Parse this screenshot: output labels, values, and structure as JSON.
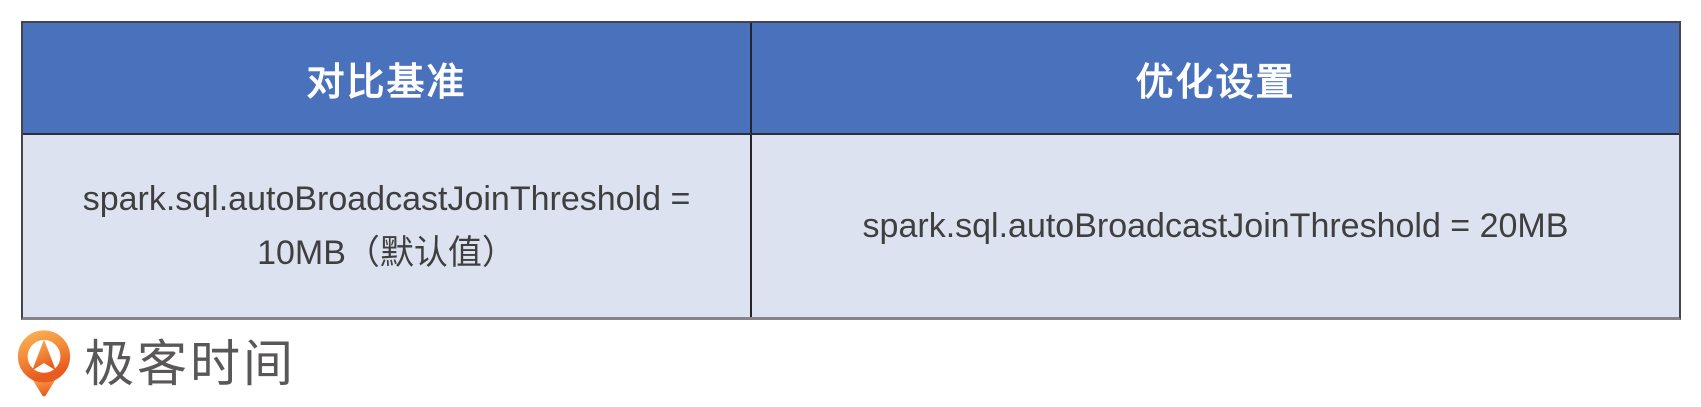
{
  "chart_data": {
    "type": "table",
    "title": "",
    "columns": [
      "对比基准",
      "优化设置"
    ],
    "rows": [
      [
        "spark.sql.autoBroadcastJoinThreshold = 10MB（默认值）",
        "spark.sql.autoBroadcastJoinThreshold = 20MB"
      ]
    ],
    "layout_hints": {
      "header_style": "blue fill, white bold centered text",
      "body_style": "light periwinkle fill, dark gray centered text",
      "left_column_width_ratio": 0.44
    }
  },
  "branding": {
    "logo_text": "极客时间"
  },
  "colors": {
    "header_bg": "#4A72BC",
    "header_text": "#FFFFFF",
    "body_bg": "#DDE2F1",
    "body_text": "#3F3F3F",
    "table_border": "#44444C",
    "logo_orange_light": "#FAAE52",
    "logo_orange_dark": "#E85D1F",
    "logo_text_color": "#595757",
    "page_bg": "#FFFFFF"
  }
}
